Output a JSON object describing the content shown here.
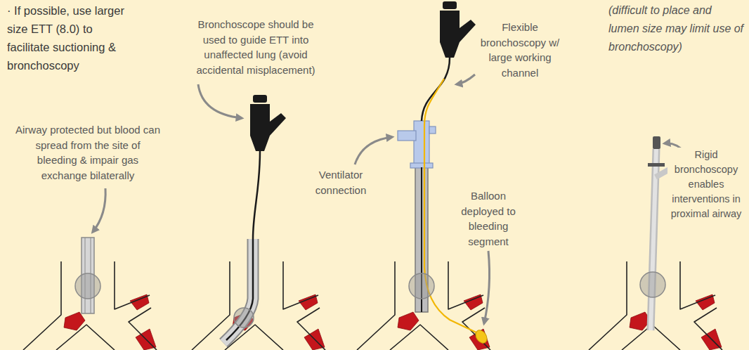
{
  "diagram": {
    "labels": [
      "· If possible, use larger size ETT (8.0) to facilitate suctioning & bronchoscopy",
      "(difficult to place and lumen size may limit use of bronchoscopy)",
      "Bronchoscope should be used to guide ETT into unaffected lung (avoid accidental misplacement)",
      "Flexible bronchoscopy w/ large working channel",
      "Airway protected but blood can spread from the site of bleeding & impair gas exchange bilaterally",
      "Ventilator connection",
      "Rigid bronchoscopy enables interventions in proximal airway",
      "Balloon deployed to bleeding segment"
    ]
  }
}
